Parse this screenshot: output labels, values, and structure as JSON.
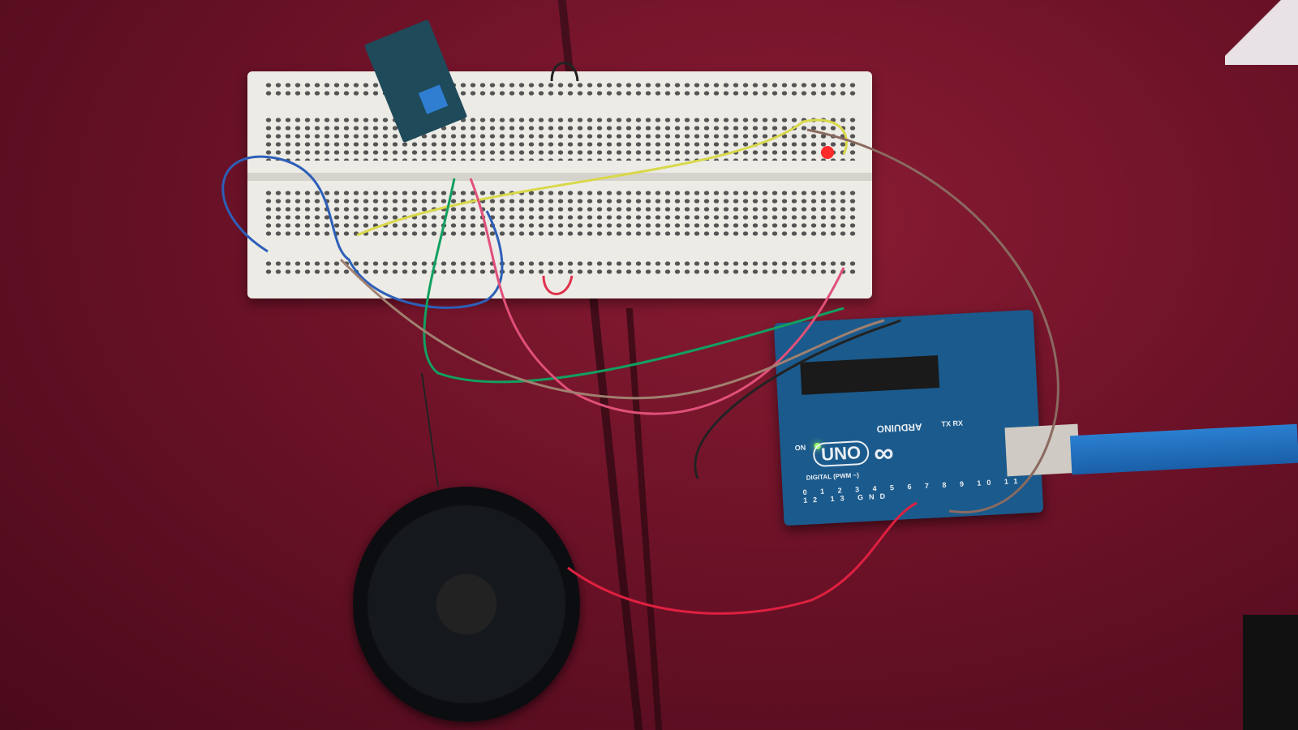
{
  "scene": {
    "description": "Arduino Uno connected to a breadboard with a sensor module, red LED, jumper wires, and a speaker on a red table",
    "colors": {
      "table": "#6d1228",
      "breadboard": "#ecebe6",
      "arduino_board": "#1b5a8c",
      "usb_cable": "#2a7fd0",
      "speaker": "#15181c"
    }
  },
  "arduino": {
    "model_badge": "UNO",
    "brand": "ARDUINO",
    "infinity_logo": "∞",
    "power_led_label": "ON",
    "serial_labels": "TX RX",
    "header_label": "DIGITAL (PWM ~)",
    "pin_numbers": "0 1 2 3 4 5 6 7 8 9 10 11 12 13 GND"
  },
  "components": [
    "breadboard",
    "sensor-module",
    "red-led",
    "arduino-uno",
    "usb-cable",
    "speaker"
  ]
}
